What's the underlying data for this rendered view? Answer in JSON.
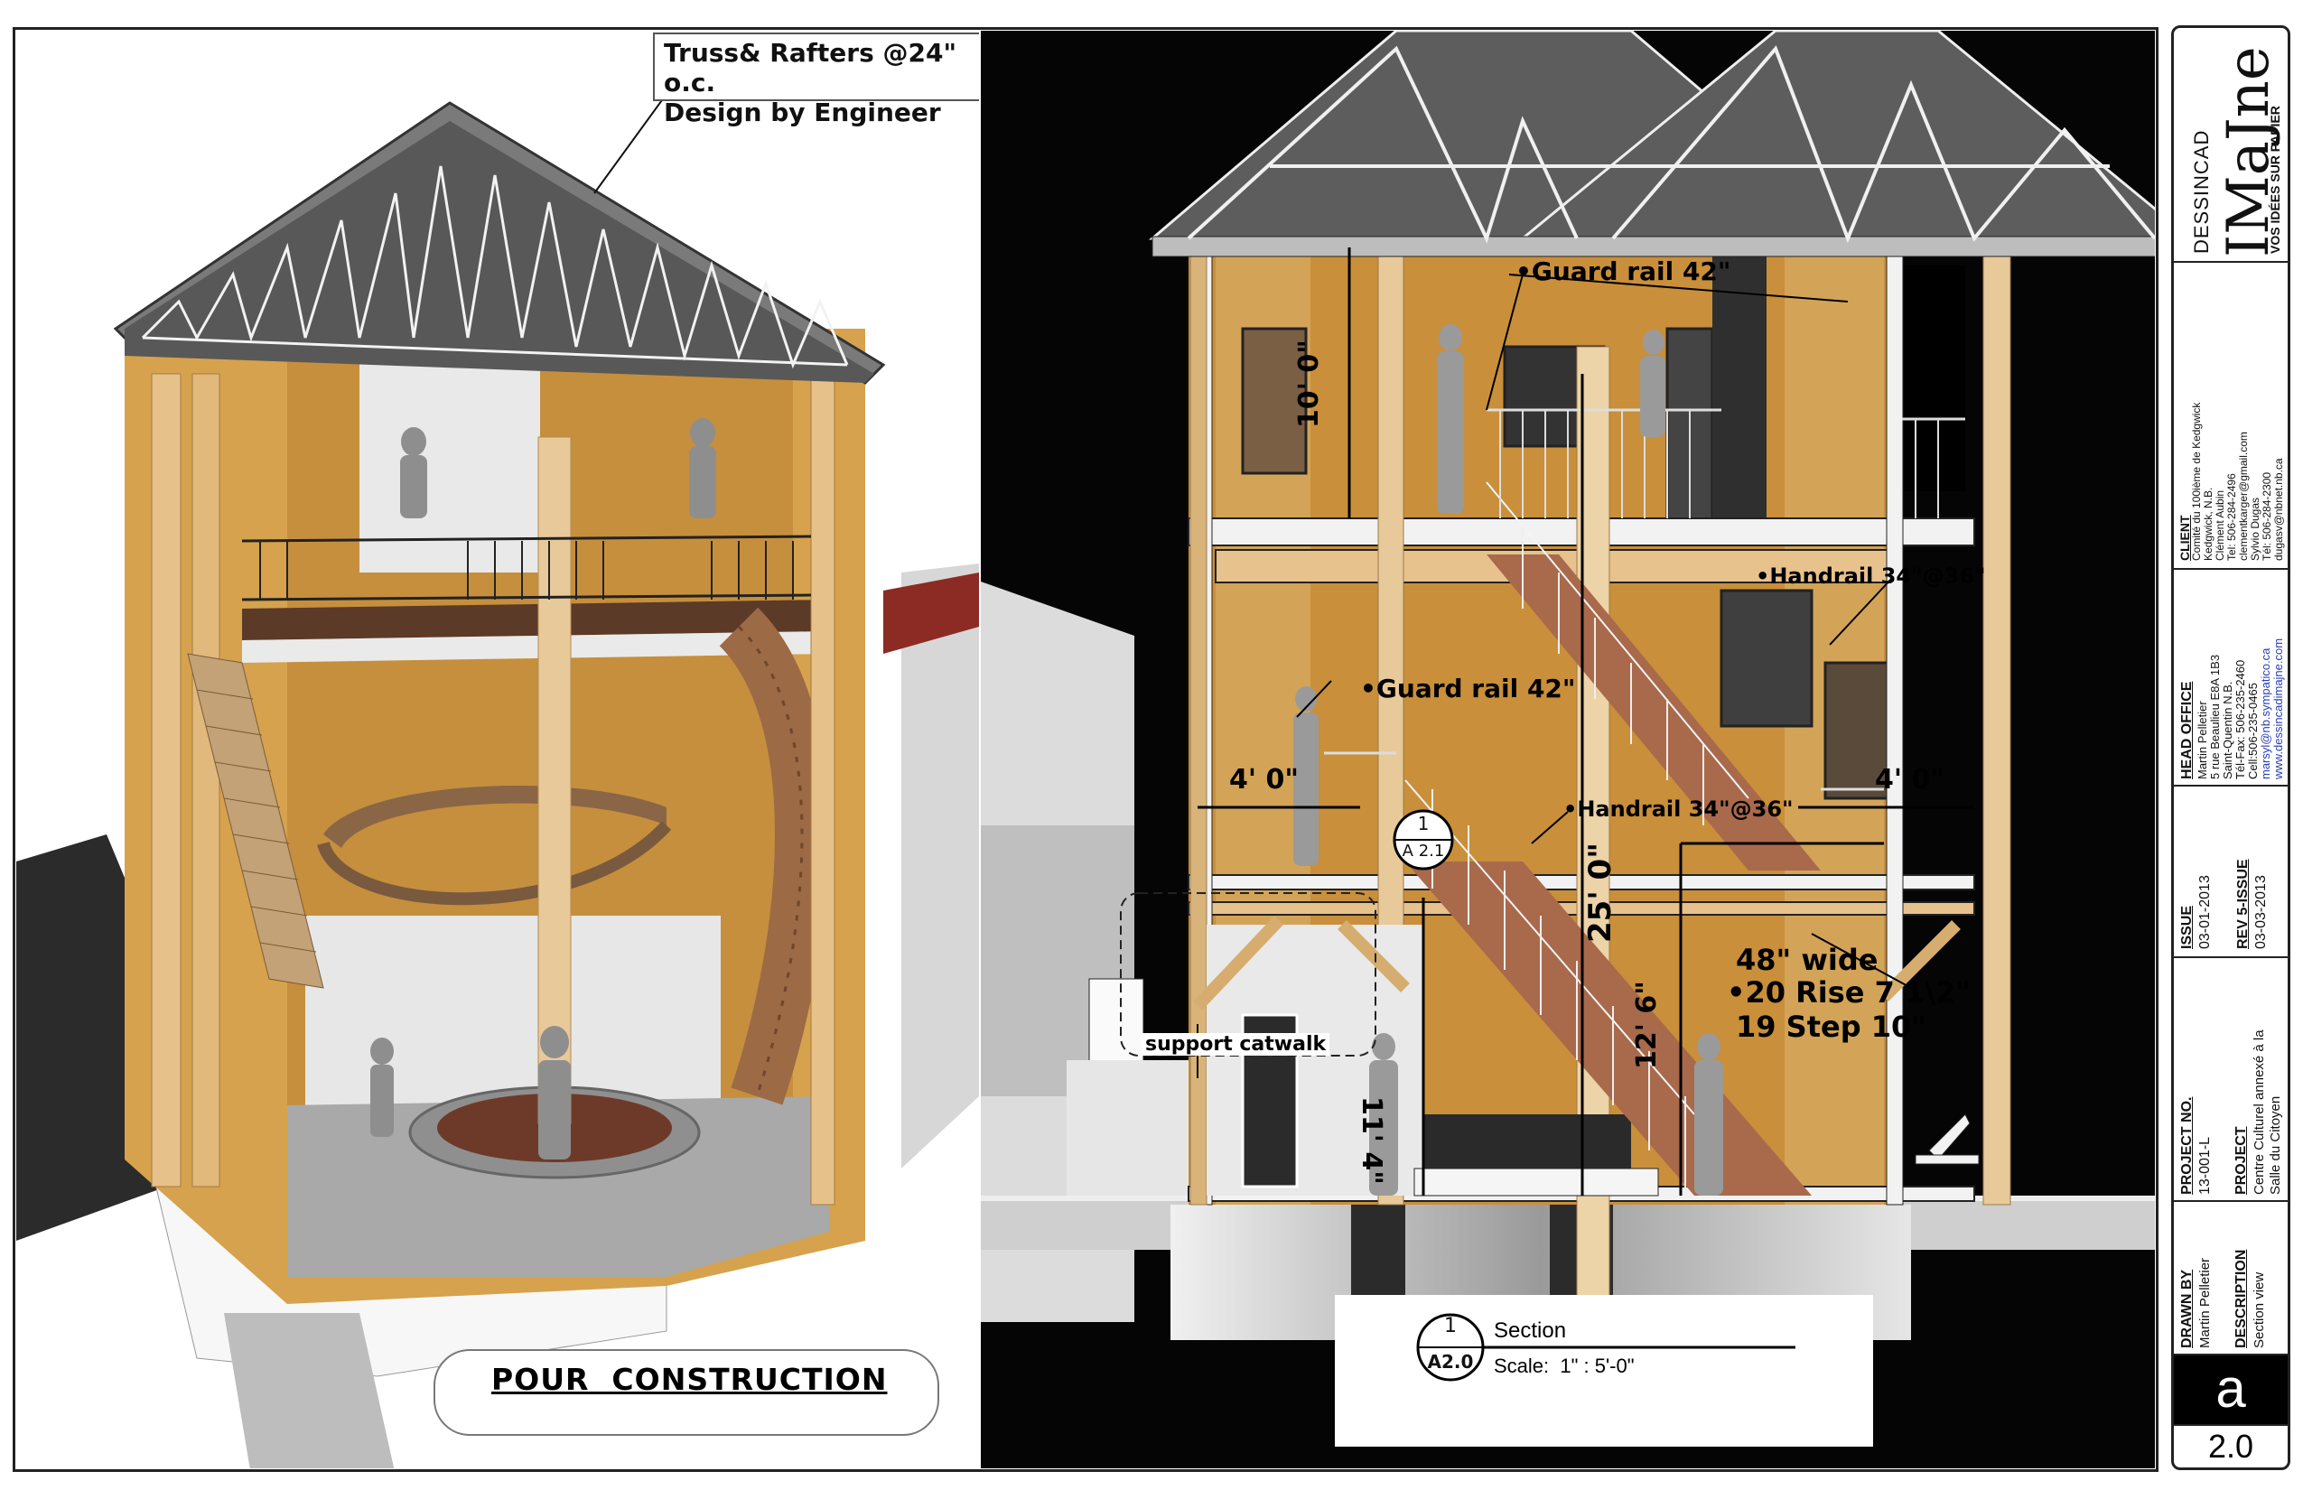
{
  "left_view": {
    "truss_note_line1": "Truss& Rafters @24\" o.c.",
    "truss_note_line2": "Design by Engineer",
    "stamp": "POUR  CONSTRUCTION"
  },
  "section": {
    "labels": {
      "guard_rail_upper": "•Guard rail 42\"",
      "guard_rail_lower": "•Guard rail 42\"",
      "handrail_upper": "•Handrail 34\"@36\"",
      "handrail_lower": "•Handrail 34\"@36\"",
      "stair_width": "48\" wide",
      "stair_rise": "•20 Rise 7 1\\2\"",
      "stair_step": "19 Step 10\"",
      "support_catwalk": "support catwalk"
    },
    "dimensions": {
      "dim_10": "10' 0\"",
      "dim_25": "25' 0\"",
      "dim_11_4": "11' 4\"",
      "dim_12_6": "12' 6\"",
      "dim_4_left": "4' 0\"",
      "dim_4_right": "4' 0\""
    },
    "ref_marker": {
      "number": "1",
      "sheet": "A 2.1"
    },
    "legend": {
      "marker_number": "1",
      "marker_sheet": "A2.0",
      "title": "Section",
      "scale": "Scale:  1\" : 5'-0\""
    }
  },
  "title_block": {
    "logo_top": "DESSINCAD",
    "logo_main": "IMaJne",
    "logo_tag": "VOS IDÉES SUR PAPIER",
    "client_label": "CLIENT",
    "client_lines": [
      "Comité du 100ième de Kedgwick",
      "Kedgwick, N.B.",
      "Clément Aubin",
      "Tel: 506-284-2496",
      "clementkarger@gmail.com",
      "Sylvio Dugas",
      "Tél: 506-284-2300",
      "dugasv@nbnet.nb.ca"
    ],
    "head_office_label": "HEAD OFFICE",
    "head_office_lines": [
      "Martin Pelletier",
      "5 rue Beaulieu E8A 1B3",
      "Saint-Quentin N.B.",
      "Tél-Fax: 506-235-2460",
      "Cell:506-235-0465"
    ],
    "head_office_email": "marsyl@nb.sympatico.ca",
    "head_office_web": "www.dessincadimajne.com",
    "issue_label": "ISSUE",
    "issue_date": "03-01-2013",
    "rev_label": "REV 5-ISSUE",
    "rev_date": "03-03-2013",
    "project_no_label": "PROJECT NO.",
    "project_no": "13-001-L",
    "project_label": "PROJECT",
    "project_line1": "Centre Culturel annexé à la",
    "project_line2": "Salle du Citoyen",
    "drawn_by_label": "DRAWN BY",
    "drawn_by": "Martin Pelletier",
    "description_label": "DESCRIPTION",
    "description": "Section view",
    "sheet_letter": "a",
    "sheet_number": "2.0"
  },
  "colors": {
    "wood": "#d9a050",
    "wall": "#c9913e",
    "roof": "#5a5a5a",
    "title_blue": "#2b3fb0"
  }
}
